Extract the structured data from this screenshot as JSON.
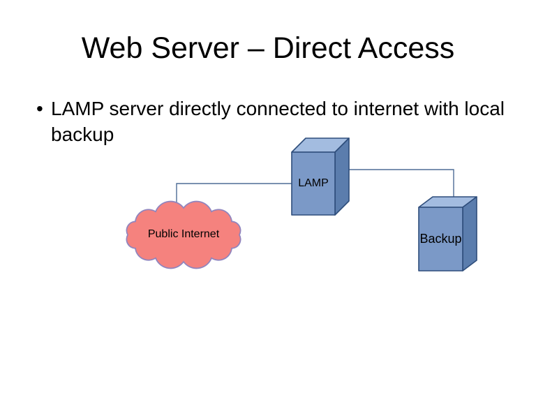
{
  "slide": {
    "title": "Web Server – Direct Access",
    "bullet": {
      "marker": "•",
      "text": "LAMP server directly connected to internet with local backup"
    }
  },
  "diagram": {
    "nodes": [
      {
        "id": "internet",
        "type": "cloud",
        "label": "Public Internet"
      },
      {
        "id": "lamp",
        "type": "cube",
        "label": "LAMP"
      },
      {
        "id": "backup",
        "type": "cube",
        "label": "Backup"
      }
    ],
    "edges": [
      {
        "from": "internet",
        "to": "lamp"
      },
      {
        "from": "lamp",
        "to": "backup"
      }
    ],
    "colors": {
      "background": "#FFFFFF",
      "text": "#000000",
      "cube_front": "#7B99C7",
      "cube_top": "#A3BCE0",
      "cube_side": "#5B7DAD",
      "cube_border": "#2E4D7B",
      "cloud_fill": "#F5827E",
      "cloud_border": "#9185BE",
      "connector": "#4E6D96"
    }
  }
}
